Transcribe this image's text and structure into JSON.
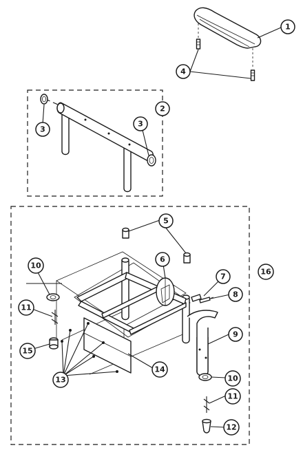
{
  "callouts": {
    "c1": "1",
    "c2": "2",
    "c3a": "3",
    "c3b": "3",
    "c4": "4",
    "c5": "5",
    "c6": "6",
    "c7": "7",
    "c8": "8",
    "c9": "9",
    "c10a": "10",
    "c10b": "10",
    "c11a": "11",
    "c11b": "11",
    "c12": "12",
    "c13": "13",
    "c14": "14",
    "c15": "15",
    "c16": "16"
  },
  "colors": {
    "line": "#1a1a1a",
    "background": "#ffffff"
  }
}
